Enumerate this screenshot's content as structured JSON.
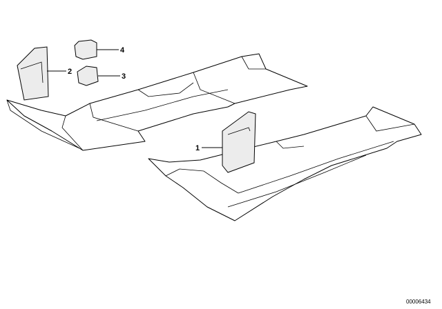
{
  "diagram": {
    "callouts": [
      {
        "id": "1",
        "label": "1"
      },
      {
        "id": "2",
        "label": "2"
      },
      {
        "id": "3",
        "label": "3"
      },
      {
        "id": "4",
        "label": "4"
      }
    ],
    "reference_number": "00006434"
  }
}
